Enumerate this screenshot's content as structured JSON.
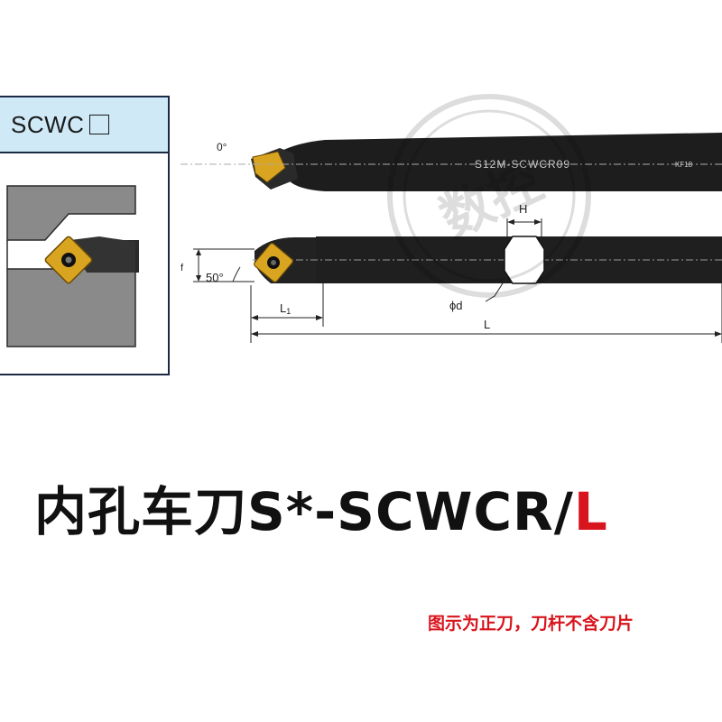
{
  "panel": {
    "title": "SCWC"
  },
  "tool": {
    "marking": "S12M-SCWCR09",
    "marking_small": "KF18",
    "angle_top": "0°",
    "angle_side": "50°"
  },
  "dimensions": {
    "f": "f",
    "l1": "L",
    "l1_sub": "1",
    "l": "L",
    "h": "H",
    "d": "ϕd"
  },
  "watermark": {
    "text": "数控"
  },
  "title": {
    "main": "内孔车刀S*-SCWCR/",
    "red": "L"
  },
  "note": "图示为正刀，刀杆不含刀片",
  "colors": {
    "accent_red": "#d8141c",
    "header_blue": "#cfe9f7",
    "insert_gold": "#d9a521"
  }
}
